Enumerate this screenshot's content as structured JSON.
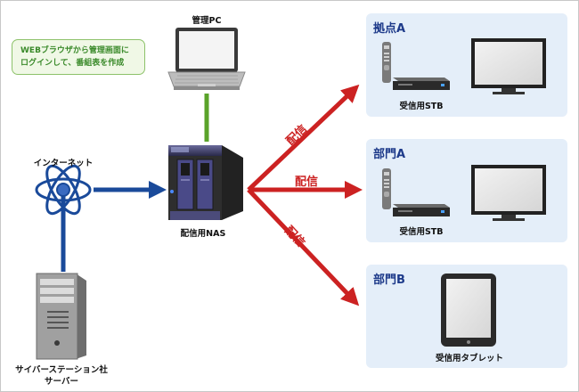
{
  "labels": {
    "admin_pc": "管理PC",
    "bubble_line1": "WEBブラウザから管理画面に",
    "bubble_line2": "ログインして、番組表を作成",
    "internet": "インターネット",
    "nas": "配信用NAS",
    "server_line1": "サイバーステーション社",
    "server_line2": "サーバー",
    "stb": "受信用STB",
    "tablet": "受信用タブレット"
  },
  "arrows": [
    "配信",
    "配信",
    "配信"
  ],
  "panels": [
    {
      "title": "拠点A"
    },
    {
      "title": "部門A"
    },
    {
      "title": "部門B"
    }
  ],
  "colors": {
    "panel_bg": "#e4eef9",
    "panel_title": "#1d3a8a",
    "arrow_red": "#cc2222",
    "link_blue": "#1a4a9a",
    "link_green": "#5aa32a",
    "bubble_border": "#8dc26a",
    "bubble_text": "#3a8a2a"
  }
}
